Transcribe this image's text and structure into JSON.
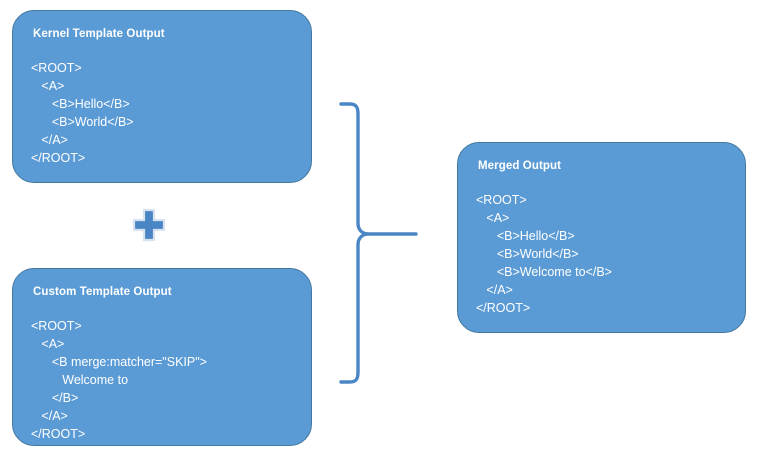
{
  "diagram": {
    "title_semantic": "template-merge-flow",
    "accent_color": "#5B9BD5",
    "border_color": "#43789f",
    "text_color": "#FFFFFF",
    "background_color": "#FFFFFF"
  },
  "panels": {
    "kernel": {
      "title": "Kernel Template Output",
      "lines": [
        "<ROOT>",
        "   <A>",
        "      <B>Hello</B>",
        "      <B>World</B>",
        "   </A>",
        "</ROOT>"
      ]
    },
    "custom": {
      "title": "Custom Template Output",
      "lines": [
        "<ROOT>",
        "   <A>",
        "      <B merge:matcher=\"SKIP\">",
        "         Welcome to",
        "      </B>",
        "   </A>",
        "</ROOT>"
      ]
    },
    "merged": {
      "title": "Merged Output",
      "lines": [
        "<ROOT>",
        "   <A>",
        "      <B>Hello</B>",
        "      <B>World</B>",
        "      <B>Welcome to</B>",
        "   </A>",
        "</ROOT>"
      ]
    }
  },
  "connectors": {
    "plus": {
      "label": "+",
      "fill": "#4A86C5",
      "outline": "#D9E2F0"
    },
    "brace": {
      "label": "merge-brace",
      "stroke": "#4A86C5"
    }
  }
}
